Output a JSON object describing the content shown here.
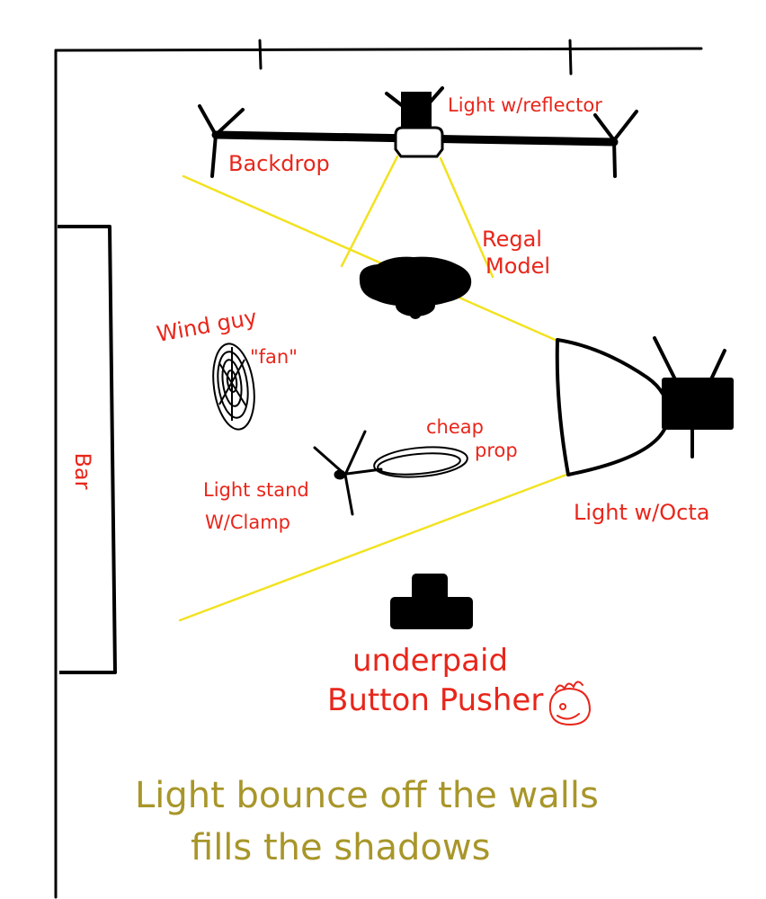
{
  "labels": {
    "light_reflector": "Light w/reflector",
    "backdrop": "Backdrop",
    "regal_model_line1": "Regal",
    "regal_model_line2": "Model",
    "wind_guy": "Wind guy",
    "fan": "\"fan\"",
    "bar": "Bar",
    "cheap_prop_line1": "cheap",
    "cheap_prop_line2": "prop",
    "light_stand_line1": "Light stand",
    "light_stand_line2": "W/Clamp",
    "light_octa": "Light w/Octa",
    "button_pusher_line1": "underpaid",
    "button_pusher_line2": "Button Pusher",
    "note_line1": "Light bounce off the walls",
    "note_line2": "fills the shadows"
  },
  "colors": {
    "ink": "#000000",
    "label_red": "#e8261b",
    "beam_yellow": "#f2e220",
    "note_olive": "#a8962a",
    "background": "#ffffff"
  }
}
